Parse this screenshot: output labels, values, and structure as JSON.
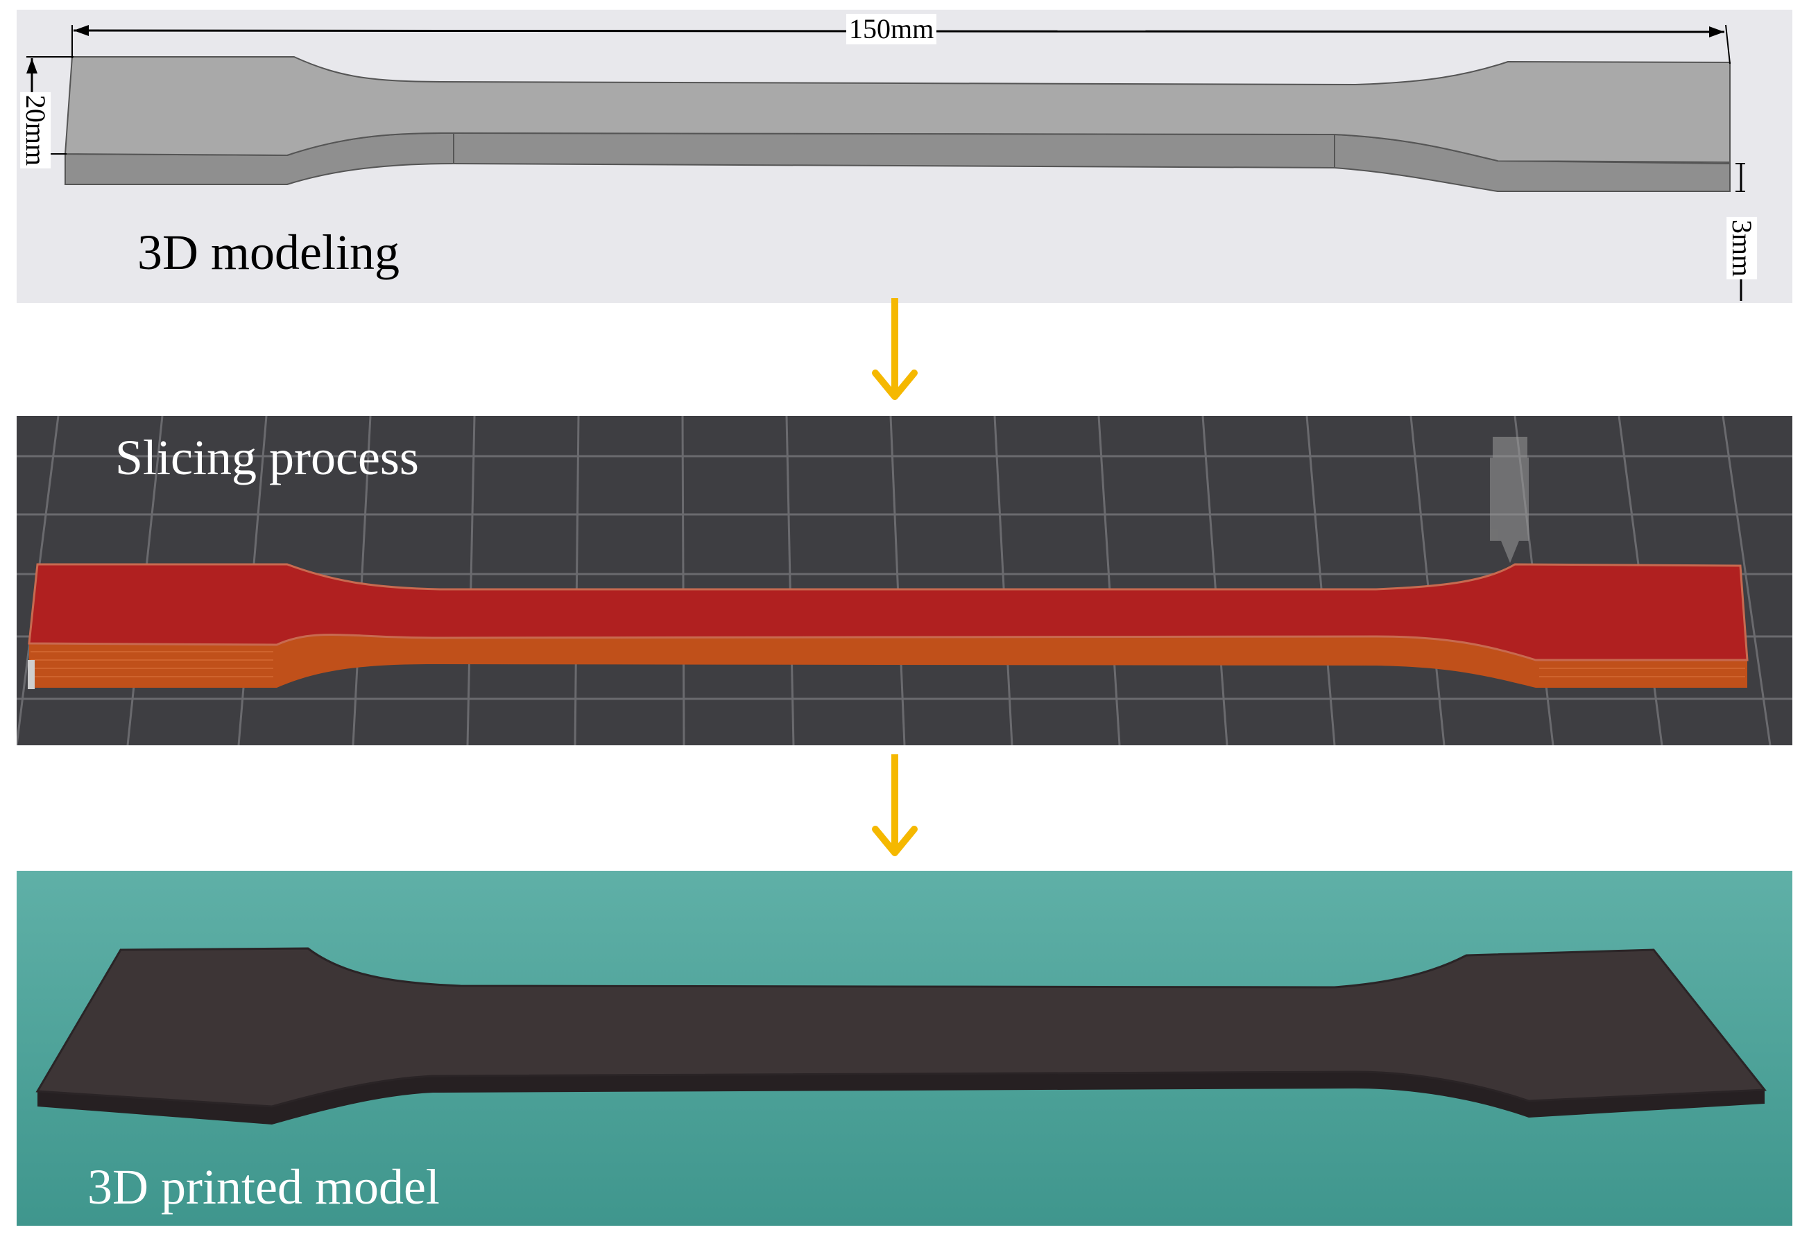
{
  "panels": {
    "modeling": {
      "label": "3D modeling",
      "width_label": "150mm",
      "height_label": "20mm",
      "thickness_label": "3mm"
    },
    "slicing": {
      "label": "Slicing process"
    },
    "printed": {
      "label": "3D printed model"
    }
  },
  "colors": {
    "modeling_bg": "#e8e8ec",
    "model_top": "#a8a8a8",
    "model_side": "#8c8c8c",
    "slicer_bg": "#3e3e42",
    "slicer_grid": "#6a6a6e",
    "slice_top": "#b02020",
    "slice_side": "#c0501a",
    "photo_bg": "#4aa39a",
    "printed_top": "#3d3536",
    "printed_side": "#262022",
    "arrow": "#f5b800",
    "label_dark": "#000000",
    "label_light": "#ffffff"
  }
}
